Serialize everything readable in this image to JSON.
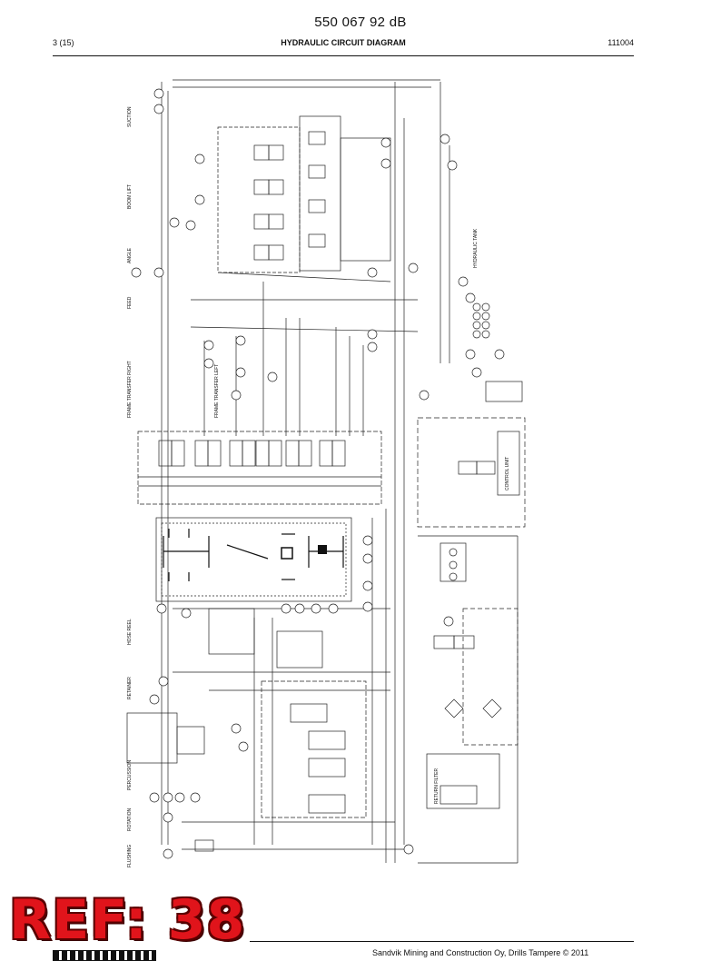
{
  "document": {
    "number": "550 067 92 dB",
    "page": "3 (15)",
    "title": "HYDRAULIC CIRCUIT DIAGRAM",
    "code": "111004"
  },
  "footer": {
    "text": "Sandvik Mining and Construction Oy, Drills Tampere © 2011"
  },
  "stamp": {
    "text": "REF: 38",
    "color": "#e0141b"
  },
  "diagram": {
    "left_labels": [
      "SUCTION",
      "BOOM LIFT",
      "ANGLE",
      "FEED",
      "FRAME TRANSFER RIGHT",
      "FRAME TRANSFER LEFT",
      "HOSE REEL",
      "RETAINER",
      "PERCUSSION",
      "ROTATION",
      "FLUSHING"
    ],
    "block_labels": [
      "CONTROL UNIT",
      "RETURN FILTER",
      "HYDRAULIC TANK"
    ]
  }
}
